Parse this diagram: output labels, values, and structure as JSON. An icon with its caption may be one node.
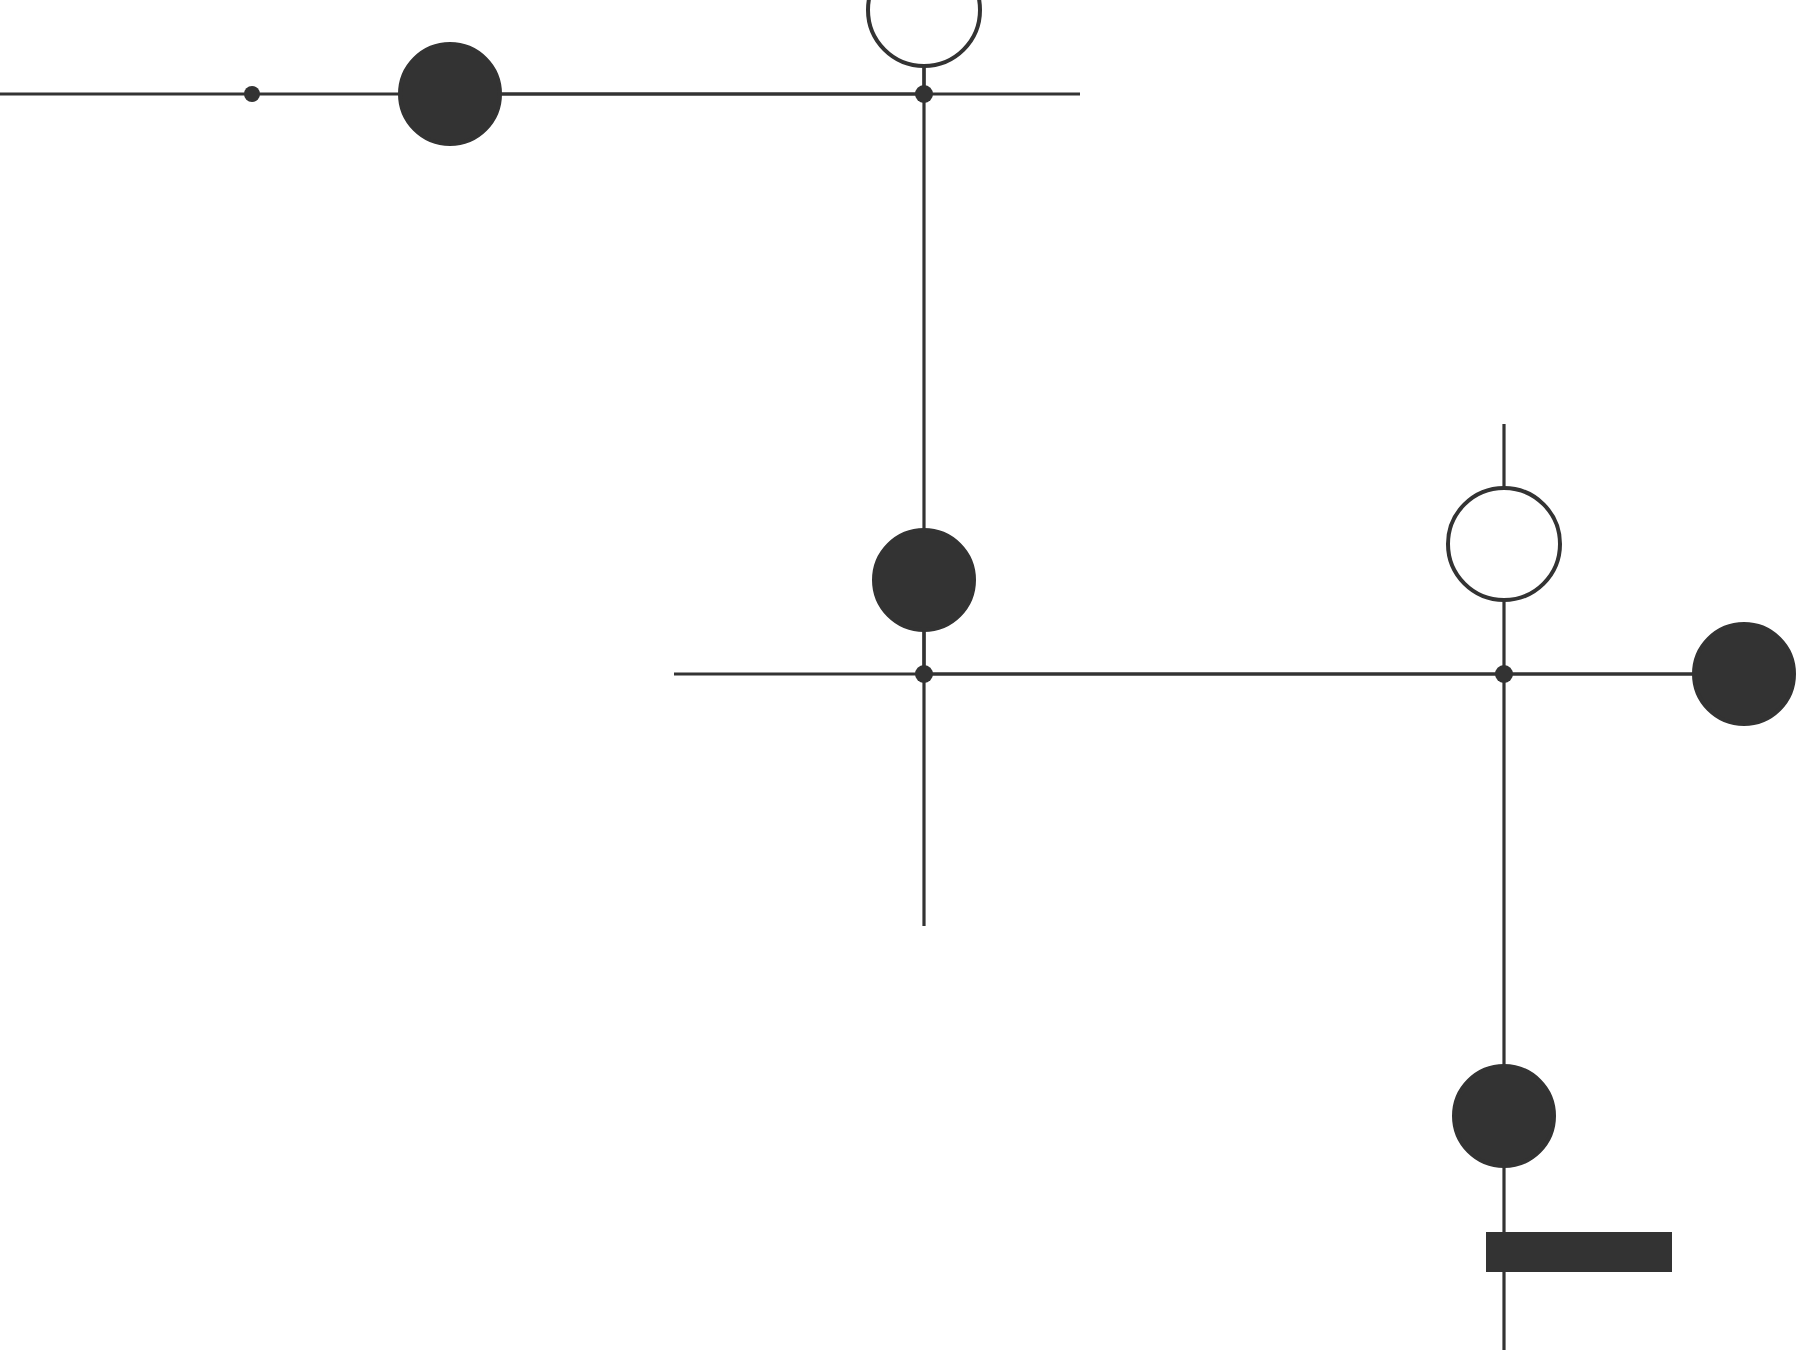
{
  "diagram": {
    "nodes": [
      {
        "text": [],
        "shape": "circle"
      },
      {
        "text": [],
        "shape": "circle"
      },
      {
        "text": [],
        "shape": "circle"
      },
      {
        "text": [],
        "shape": "circle"
      },
      {
        "text": [],
        "shape": "circle"
      },
      {
        "text": [],
        "shape": "circle"
      },
      {
        "text": [],
        "shape": "bar"
      }
    ],
    "edges": [
      {
        "from": null,
        "to": 1,
        "arrow": "none"
      },
      {
        "from": 1,
        "to": 0,
        "arrow": "none"
      },
      {
        "from": 1,
        "to": null,
        "arrow": "none"
      },
      {
        "from": 0,
        "to": 2,
        "arrow": "none"
      },
      {
        "from": 2,
        "to": null,
        "arrow": "none"
      },
      {
        "from": null,
        "to": 4,
        "arrow": "none"
      },
      {
        "from": 2,
        "to": 4,
        "arrow": "none"
      },
      {
        "from": null,
        "to": 3,
        "arrow": "none"
      },
      {
        "from": 3,
        "to": 5,
        "arrow": "none"
      },
      {
        "from": 5,
        "to": 6,
        "arrow": "none"
      },
      {
        "from": 6,
        "to": null,
        "arrow": "none"
      }
    ]
  }
}
